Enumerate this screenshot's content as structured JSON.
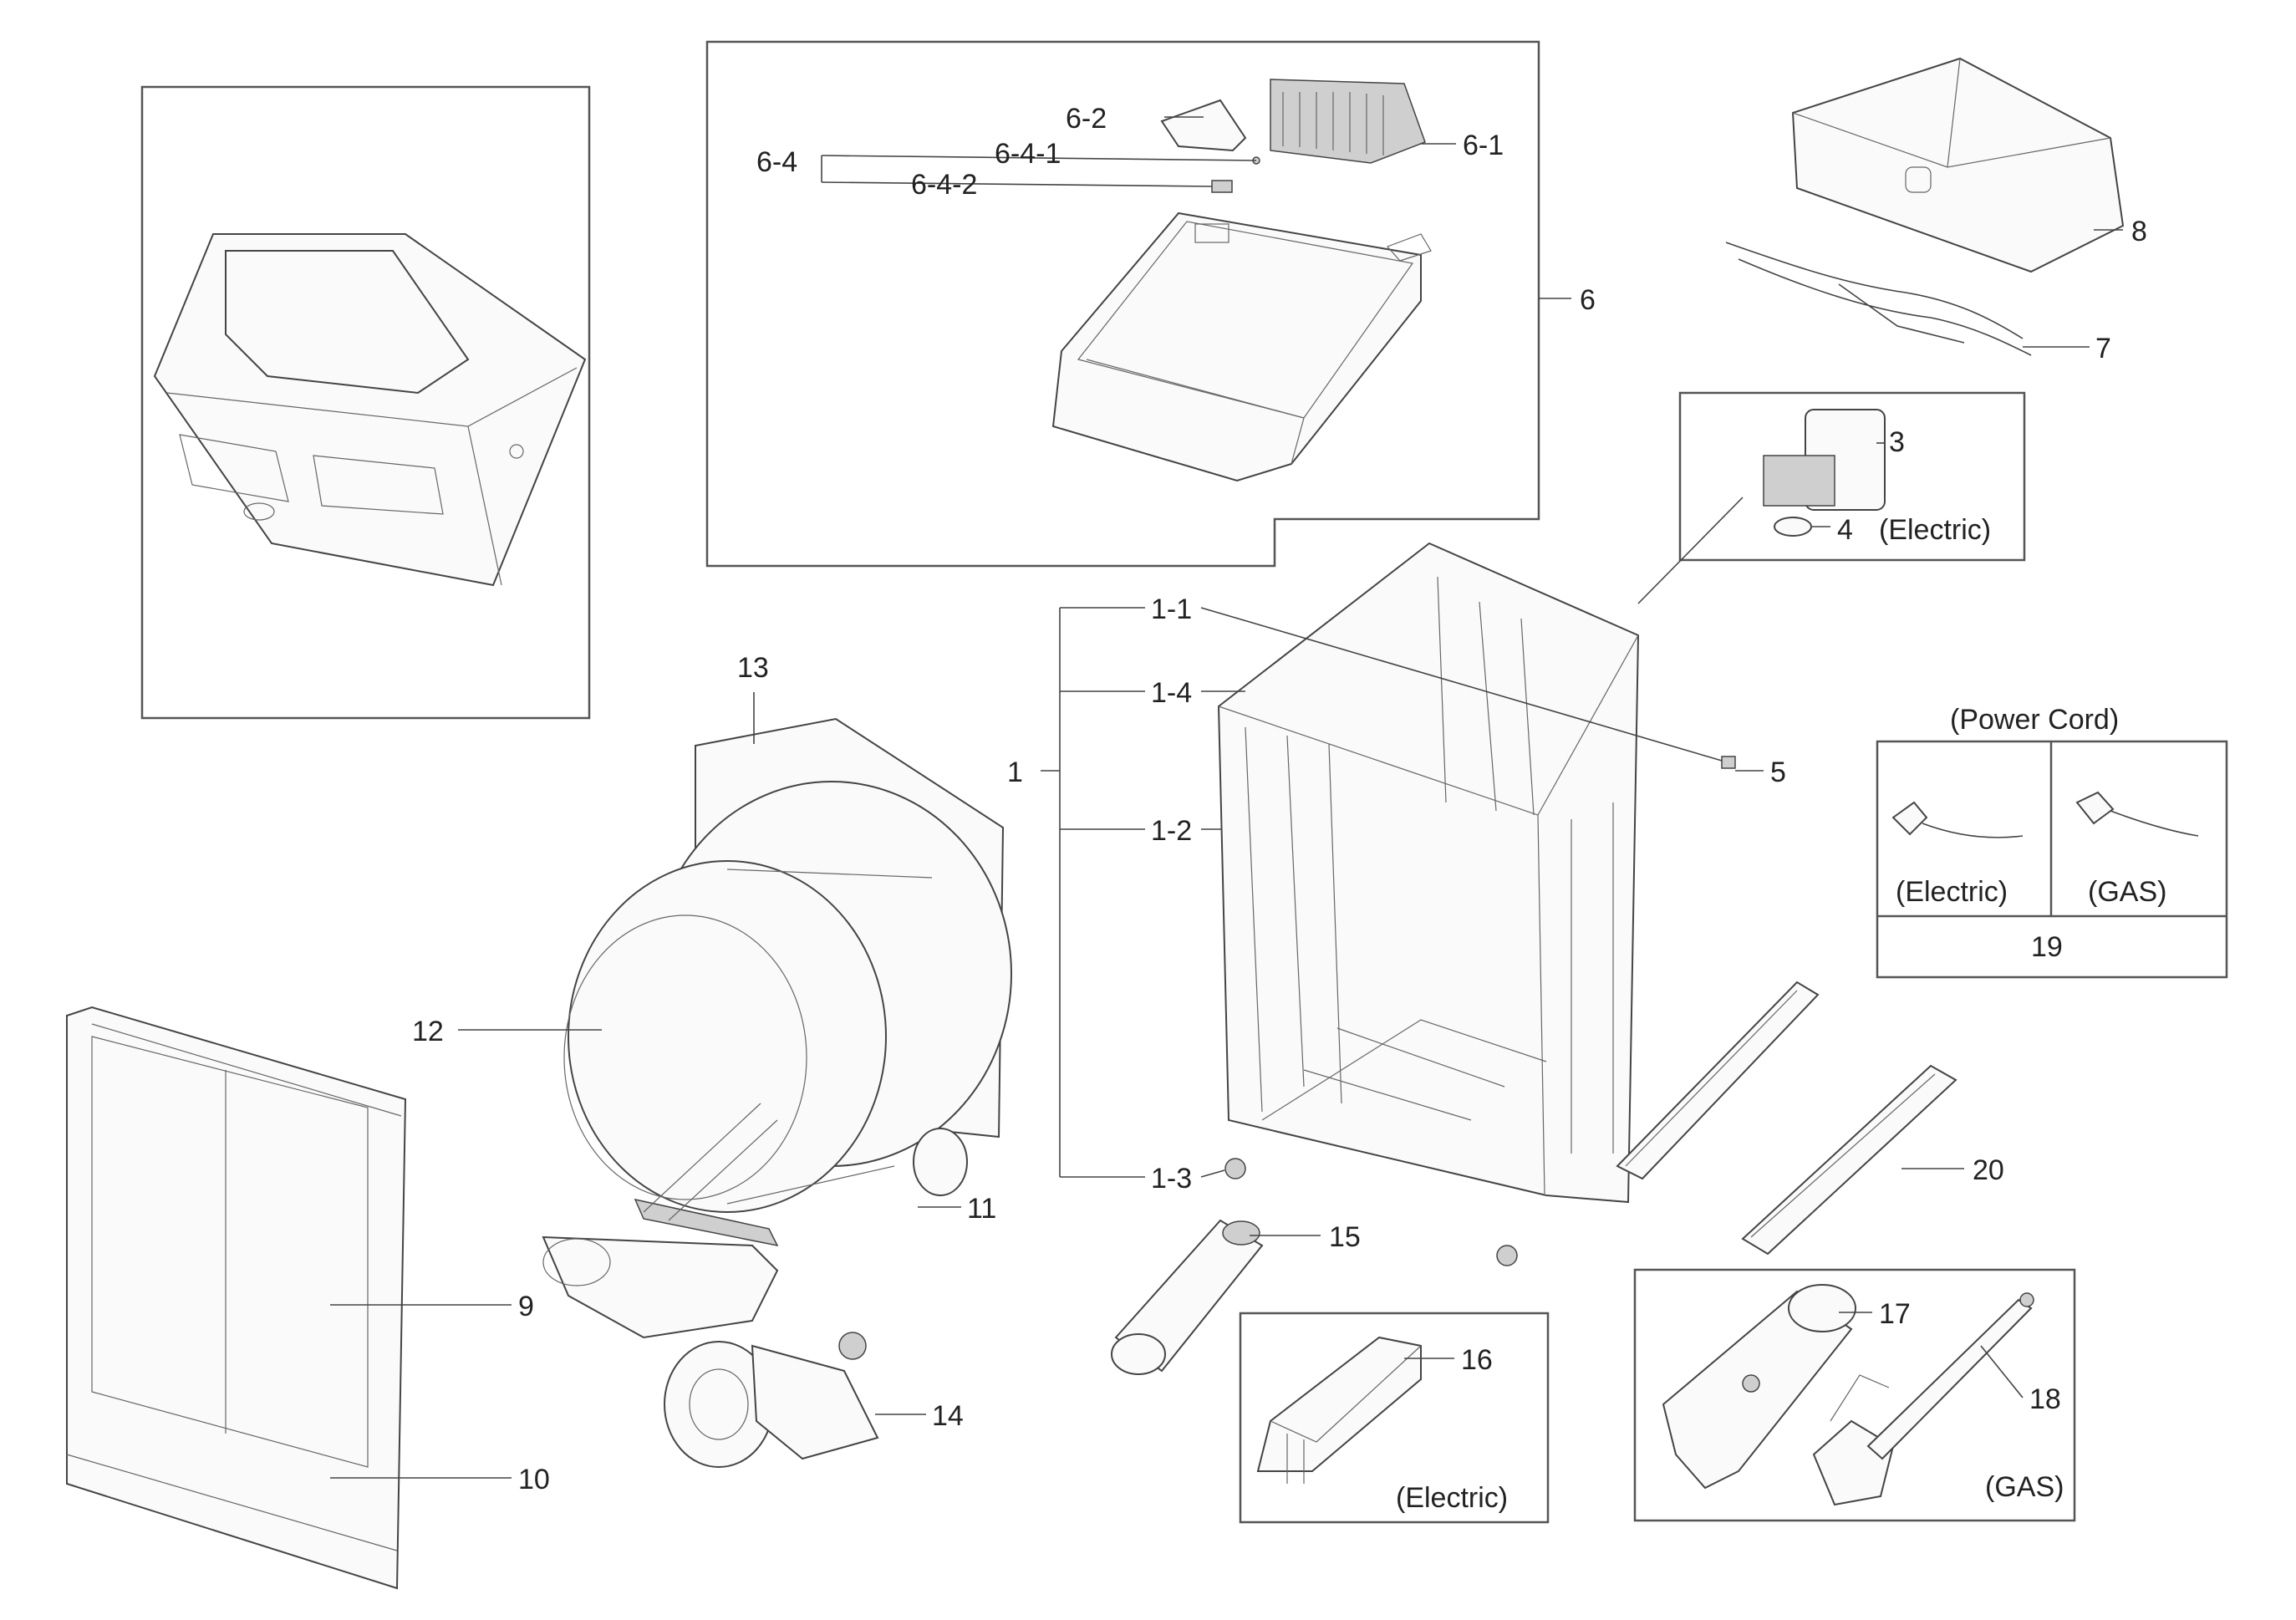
{
  "callouts": {
    "c1": "1",
    "c1_1": "1-1",
    "c1_2": "1-2",
    "c1_3": "1-3",
    "c1_4": "1-4",
    "c3": "3",
    "c4": "4",
    "c5": "5",
    "c6": "6",
    "c6_1": "6-1",
    "c6_2": "6-2",
    "c6_4": "6-4",
    "c6_4_1": "6-4-1",
    "c6_4_2": "6-4-2",
    "c7": "7",
    "c8": "8",
    "c9": "9",
    "c10": "10",
    "c11": "11",
    "c12": "12",
    "c13": "13",
    "c14": "14",
    "c15": "15",
    "c16": "16",
    "c17": "17",
    "c18": "18",
    "c19": "19",
    "c20": "20"
  },
  "tags": {
    "heater_electric": "(Electric)",
    "power_cord_title": "(Power Cord)",
    "cord_electric": "(Electric)",
    "cord_gas": "(GAS)",
    "heater16_electric": "(Electric)",
    "burner_gas": "(GAS)"
  }
}
